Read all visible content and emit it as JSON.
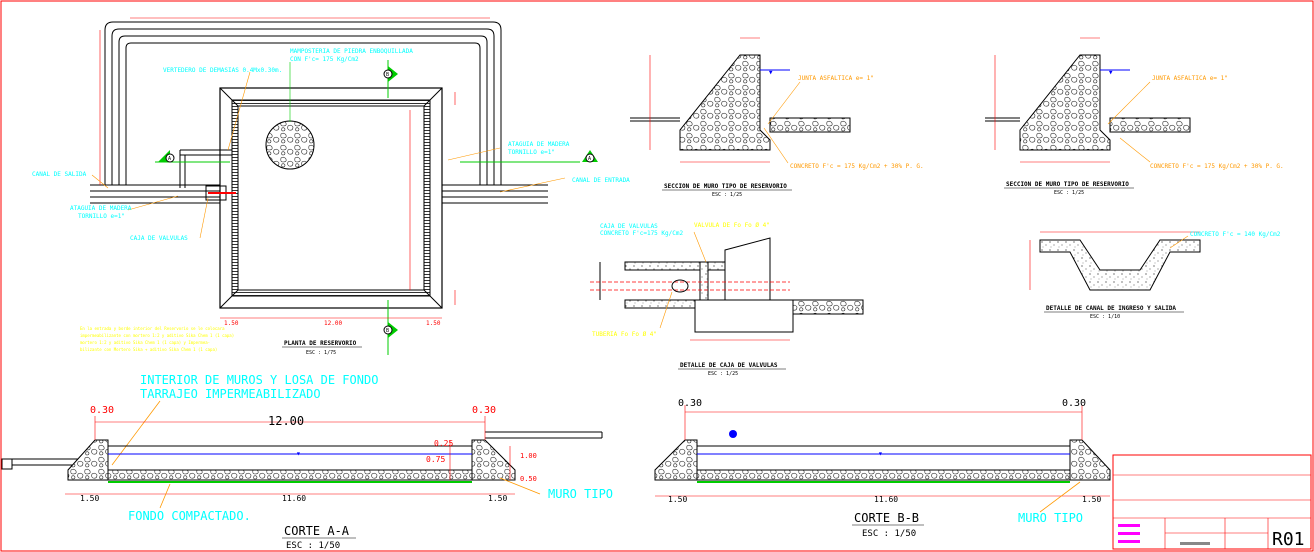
{
  "plan": {
    "vertedero": "VERTEDERO DE DEMASIAS 0.4Mx0.30m.",
    "mamposteria_1": "MAMPOSTERIA DE PIEDRA ENBOQUILLADA",
    "mamposteria_2": "CON F'c= 175 Kg/Cm2",
    "ataguia_entrada_1": "ATAGUIA DE MADERA",
    "ataguia_entrada_2": "TORNILLO e=1\"",
    "canal_entrada": "CANAL DE ENTRADA",
    "canal_salida": "CANAL DE SALIDA",
    "ataguia_salida_1": "ATAGUIA DE MADERA",
    "ataguia_salida_2": "TORNILLO e=1\"",
    "caja_valvulas": "CAJA DE VALVULAS",
    "dim_150_left": "1.50",
    "dim_1200": "12.00",
    "dim_150_right": "1.50",
    "title": "PLANTA DE RESERVORIO",
    "scale": "ESC : 1/75",
    "marker_a": "A",
    "marker_b": "B"
  },
  "notes": [
    "En la entrada y borde interior del Reservorio se le colocara",
    "impermeabilizante con mortero 1:2 y aditivo Sika Chem 1 (1 capa)",
    "mortero 1:2 y aditivo Sika Chem 1 (1 capa) y Impermea-",
    "bilizante con Mortero Sika + aditivo Sika Chem 1 (1 capa)"
  ],
  "seccion_1": {
    "junta": "JUNTA ASFALTICA e= 1\"",
    "concreto": "CONCRETO F'c = 175 Kg/Cm2 + 30% P. G.",
    "title": "SECCION DE MURO TIPO DE RESERVORIO",
    "scale": "ESC : 1/25"
  },
  "seccion_2": {
    "junta": "JUNTA ASFALTICA e= 1\"",
    "concreto": "CONCRETO F'c = 175 Kg/Cm2 + 30% P. G.",
    "title": "SECCION DE MURO TIPO DE RESERVORIO",
    "scale": "ESC : 1/25"
  },
  "caja": {
    "label_1": "CAJA DE VALVULAS",
    "label_2": "CONCRETO F'c=175 Kg/Cm2",
    "valvula": "VALVULA DE Fo Fo Ø 4\"",
    "tuberia": "TUBERIA Fo Fo Ø 4\"",
    "title": "DETALLE DE CAJA DE VALVULAS",
    "scale": "ESC : 1/25"
  },
  "canal": {
    "concreto": "CONCRETO F'c = 140 Kg/Cm2",
    "title": "DETALLE DE CANAL DE INGRESO Y SALIDA",
    "scale": "ESC : 1/10"
  },
  "corte_a": {
    "interior_1": "INTERIOR DE MUROS Y LOSA DE FONDO",
    "interior_2": "TARRAJEO IMPERMEABILIZADO",
    "dim_030_left": "0.30",
    "dim_1200": "12.00",
    "dim_030_right": "0.30",
    "dim_025": "0.25",
    "dim_075": "0.75",
    "dim_100": "1.00",
    "dim_050": "0.50",
    "dim_150_left": "1.50",
    "dim_1160": "11.60",
    "dim_150_right": "1.50",
    "muro_tipo": "MURO TIPO",
    "fondo": "FONDO COMPACTADO.",
    "title": "CORTE A-A",
    "scale": "ESC : 1/50"
  },
  "corte_b": {
    "dim_030_left": "0.30",
    "dim_030_right": "0.30",
    "dim_150_left": "1.50",
    "dim_1160": "11.60",
    "dim_150_right": "1.50",
    "muro_tipo": "MURO TIPO",
    "title": "CORTE B-B",
    "scale": "ESC : 1/50"
  },
  "titleblock": {
    "code": "R01"
  },
  "colors": {
    "background": "#ffffff",
    "frame": "#ff0000",
    "outline": "#000000",
    "dimension": "#ff0000",
    "label_cyan": "#00ffff",
    "label_yellow": "#ffff00",
    "label_orange": "#ff9900",
    "leader_green": "#00cc00",
    "water": "#0000ff"
  }
}
